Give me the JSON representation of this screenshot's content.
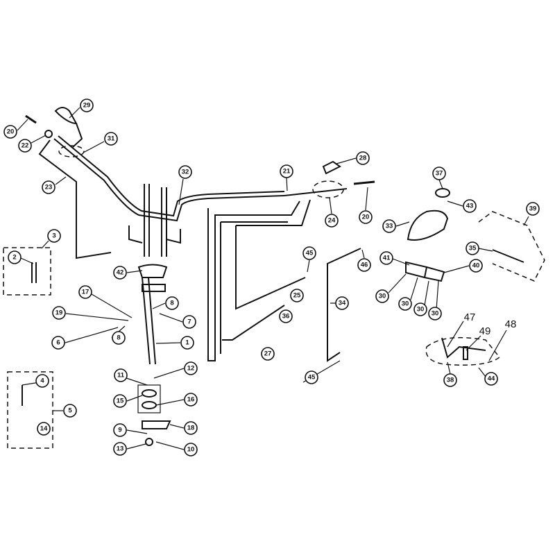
{
  "callouts": [
    "29",
    "20",
    "22",
    "31",
    "23",
    "32",
    "3",
    "2",
    "42",
    "17",
    "19",
    "8",
    "7",
    "8",
    "6",
    "1",
    "4",
    "5",
    "14",
    "11",
    "12",
    "15",
    "16",
    "18",
    "9",
    "13",
    "10",
    "21",
    "28",
    "24",
    "20",
    "45",
    "25",
    "36",
    "27",
    "34",
    "46",
    "45",
    "37",
    "43",
    "33",
    "39",
    "35",
    "41",
    "40",
    "30",
    "30",
    "30",
    "30",
    "38",
    "44"
  ],
  "plain_labels": [
    "47",
    "49",
    "48"
  ]
}
